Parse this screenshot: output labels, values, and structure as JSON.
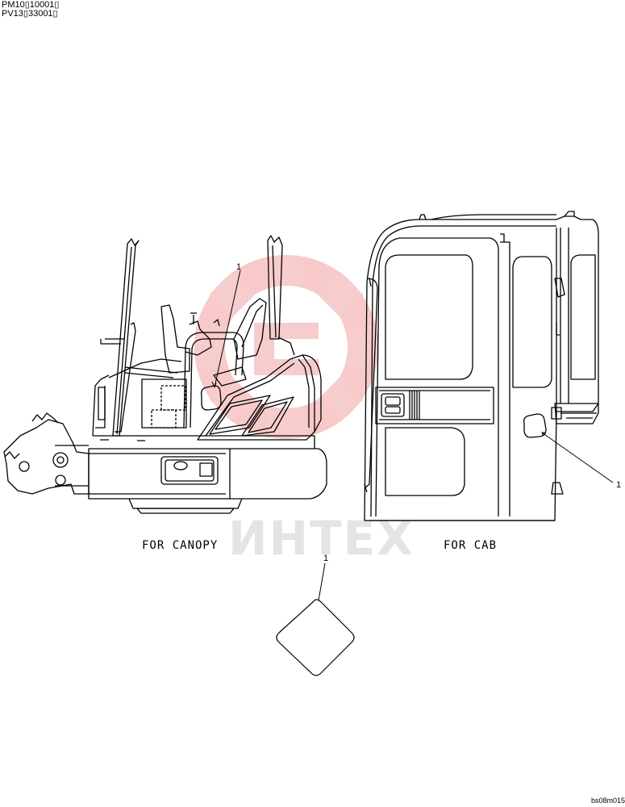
{
  "header": {
    "line1": "PM10▯10001▯",
    "line2": "PV13▯33001▯"
  },
  "labels": {
    "canopy": "FOR CANOPY",
    "cab": "FOR CAB"
  },
  "callouts": {
    "canopy_decal": "1",
    "cab_decal": "1",
    "decal_detail": "1"
  },
  "drawing_code": "bs08m015",
  "watermark": {
    "text": "ИНТЕХ",
    "color": "#f3b4b4"
  }
}
